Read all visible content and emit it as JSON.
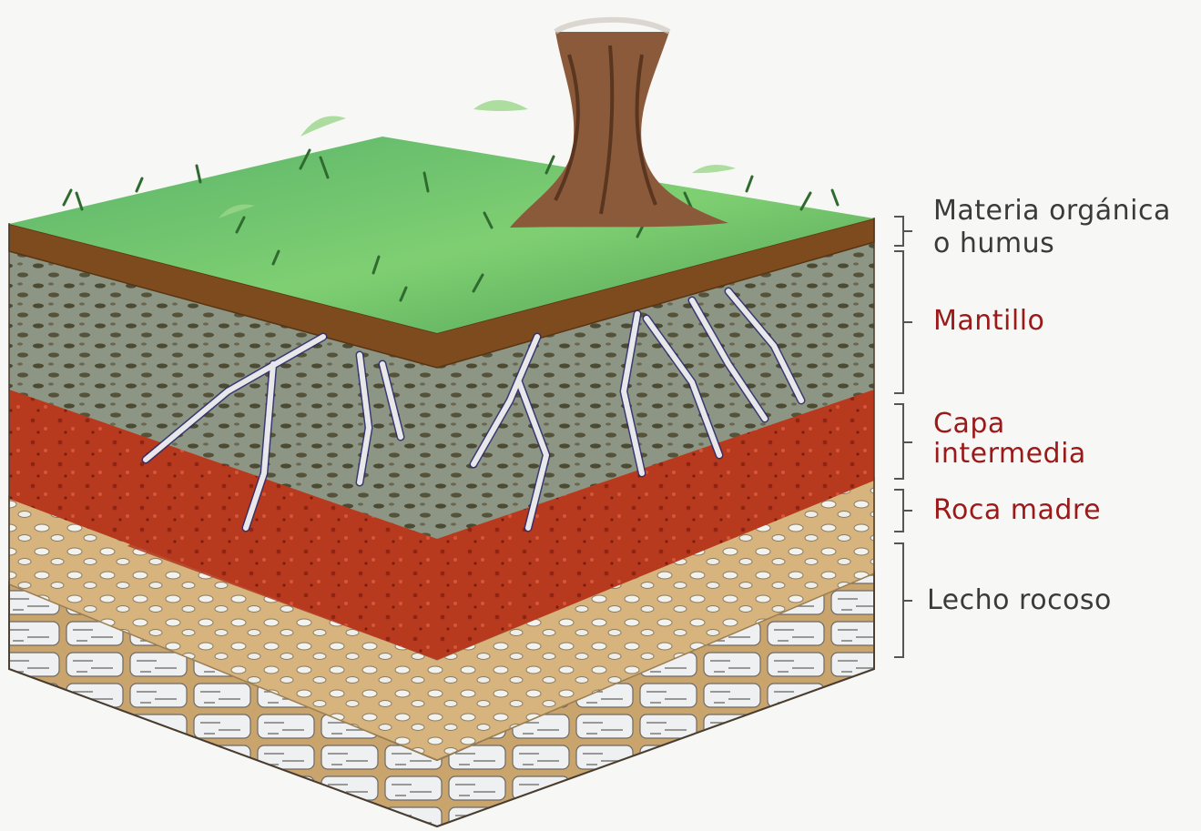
{
  "labels": {
    "organic_line1": "Materia orgánica",
    "organic_line2": "o humus",
    "mantillo": "Mantillo",
    "capa_line1": "Capa",
    "capa_line2": "intermedia",
    "roca_madre": "Roca madre",
    "lecho": "Lecho rocoso"
  },
  "colors": {
    "grass": "#6fbf6a",
    "humus": "#7a4a1e",
    "mantillo": "#8c9585",
    "intermedia": "#b8321c",
    "roca_madre": "#d9b680",
    "lecho": "#e9ebec",
    "label_dark": "#3a3a3a",
    "label_red": "#9a1a1a"
  }
}
